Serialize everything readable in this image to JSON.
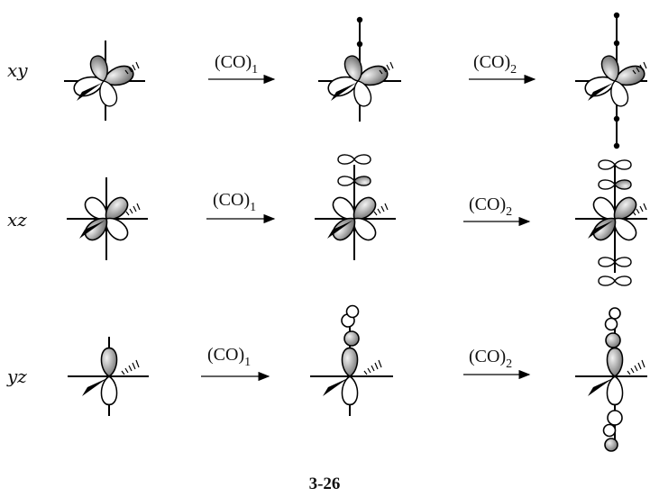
{
  "rows": [
    {
      "label": "xy",
      "arrow1": {
        "main": "(CO)",
        "sub": "1"
      },
      "arrow2": {
        "main": "(CO)",
        "sub": "2"
      }
    },
    {
      "label": "xz",
      "arrow1": {
        "main": "(CO)",
        "sub": "1"
      },
      "arrow2": {
        "main": "(CO)",
        "sub": "2"
      }
    },
    {
      "label": "yz",
      "arrow1": {
        "main": "(CO)",
        "sub": "1"
      },
      "arrow2": {
        "main": "(CO)",
        "sub": "2"
      }
    }
  ],
  "caption": "3-26",
  "colors": {
    "ink": "#000000",
    "shade_light": "#f2f2f2",
    "shade_dark": "#6a6a6a"
  }
}
